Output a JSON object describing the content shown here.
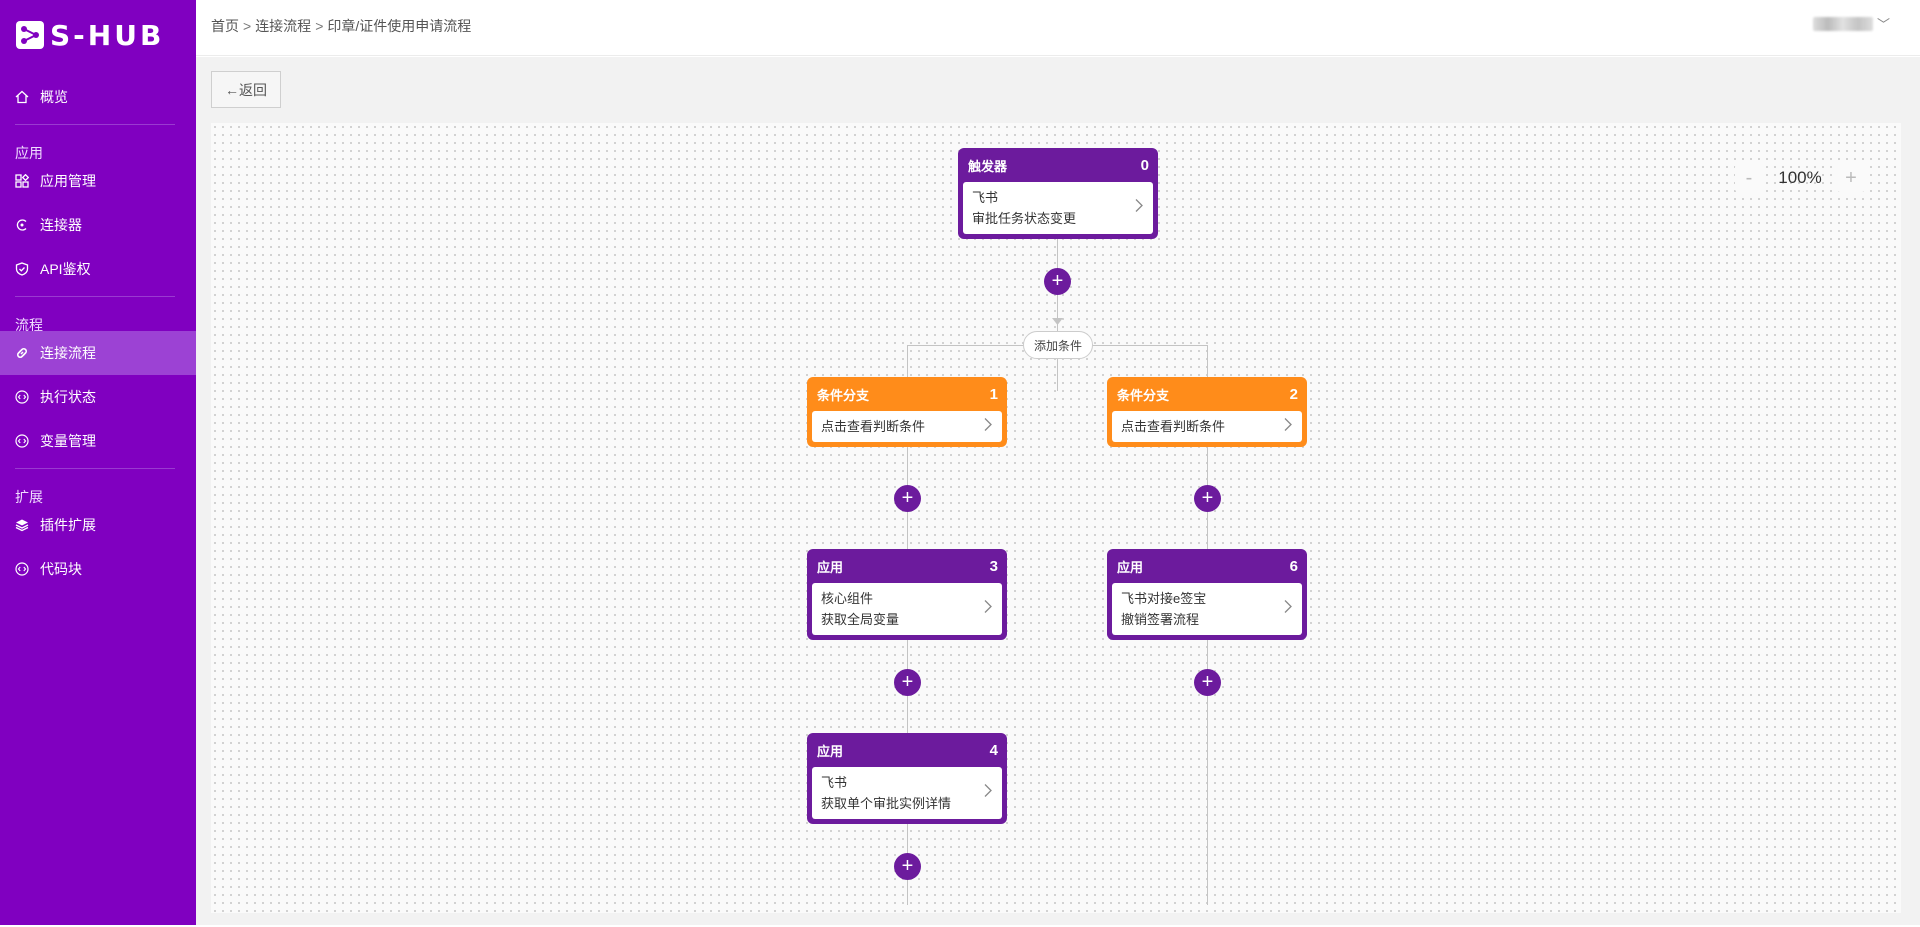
{
  "app": {
    "logo_text": "S-HUB"
  },
  "sidebar": {
    "overview": "概览",
    "group_app": "应用",
    "app_manage": "应用管理",
    "connector": "连接器",
    "api_auth": "API鉴权",
    "group_flow": "流程",
    "connect_flow": "连接流程",
    "exec_status": "执行状态",
    "var_manage": "变量管理",
    "group_ext": "扩展",
    "plugin_ext": "插件扩展",
    "code_block": "代码块"
  },
  "header": {
    "breadcrumb": [
      "首页",
      "连接流程",
      "印章/证件使用申请流程"
    ],
    "separator": ">",
    "user_chevron": "﹀"
  },
  "toolbar": {
    "back_label": "←返回"
  },
  "zoom": {
    "minus": "-",
    "value": "100%",
    "plus": "+"
  },
  "flow": {
    "add_condition_label": "添加条件",
    "plus_label": "+",
    "nodes": [
      {
        "title": "触发器",
        "num": "0",
        "line1": "飞书",
        "line2": "审批任务状态变更"
      },
      {
        "title": "条件分支",
        "num": "1",
        "line1": "点击查看判断条件",
        "line2": ""
      },
      {
        "title": "条件分支",
        "num": "2",
        "line1": "点击查看判断条件",
        "line2": ""
      },
      {
        "title": "应用",
        "num": "3",
        "line1": "核心组件",
        "line2": "获取全局变量"
      },
      {
        "title": "应用",
        "num": "6",
        "line1": "飞书对接e签宝",
        "line2": "撤销签署流程"
      },
      {
        "title": "应用",
        "num": "4",
        "line1": "飞书",
        "line2": "获取单个审批实例详情"
      }
    ]
  },
  "colors": {
    "sidebar": "#8000c0",
    "node_purple": "#6c1b9d",
    "node_orange": "#ff8c1a",
    "active_item": "#9c42d4"
  }
}
